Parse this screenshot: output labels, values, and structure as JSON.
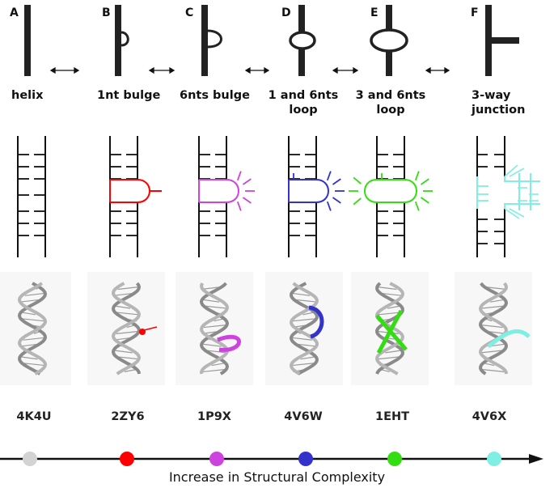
{
  "panels": [
    {
      "letter": "A",
      "label": [
        "helix"
      ],
      "pdb": "4K4U",
      "color": "#d3d3d3"
    },
    {
      "letter": "B",
      "label": [
        "1nt bulge"
      ],
      "pdb": "2ZY6",
      "color": "#ff0000"
    },
    {
      "letter": "C",
      "label": [
        "6nts bulge"
      ],
      "pdb": "1P9X",
      "color": "#cc44dd"
    },
    {
      "letter": "D",
      "label": [
        "1 and 6nts",
        "loop"
      ],
      "pdb": "4V6W",
      "color": "#3333cc"
    },
    {
      "letter": "E",
      "label": [
        "3 and 6nts",
        "loop"
      ],
      "pdb": "1EHT",
      "color": "#33dd11"
    },
    {
      "letter": "F",
      "label": [
        "3-way",
        "junction"
      ],
      "pdb": "4V6X",
      "color": "#7feee3"
    }
  ],
  "axis": {
    "title": "Increase in Structural Complexity"
  }
}
